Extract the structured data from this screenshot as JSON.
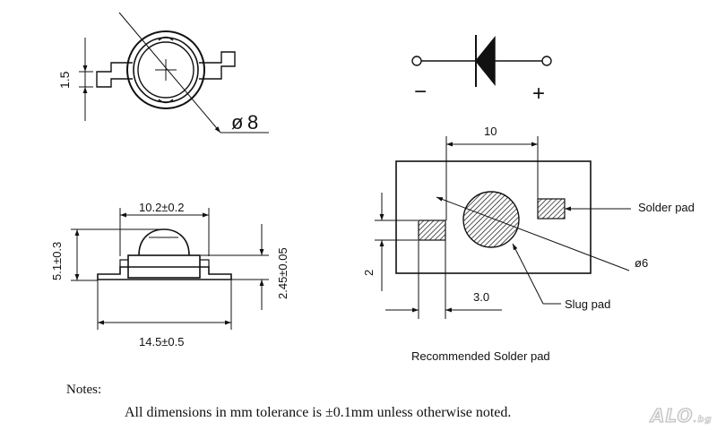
{
  "top_view": {
    "height_dim": "1.5",
    "diameter_symbol": "ø",
    "diameter_value": "8"
  },
  "symbol": {
    "minus": "−",
    "plus": "+"
  },
  "side_view": {
    "width_dim": "10.2±0.2",
    "height_dim": "5.1±0.3",
    "thickness_dim": "2.45±0.05",
    "length_dim": "14.5±0.5"
  },
  "pad_layout": {
    "spacing_dim": "10",
    "pad_height_dim": "2",
    "pad_width_dim": "3.0",
    "slug_diameter": "ø6",
    "solder_pad_label": "Solder pad",
    "slug_pad_label": "Slug pad",
    "caption": "Recommended Solder pad"
  },
  "notes": {
    "title": "Notes:",
    "text": "All dimensions in mm tolerance is ±0.1mm unless otherwise noted."
  },
  "watermark": {
    "text": "ALO",
    "suffix": ".bg"
  },
  "colors": {
    "line": "#111111",
    "background": "#ffffff"
  }
}
